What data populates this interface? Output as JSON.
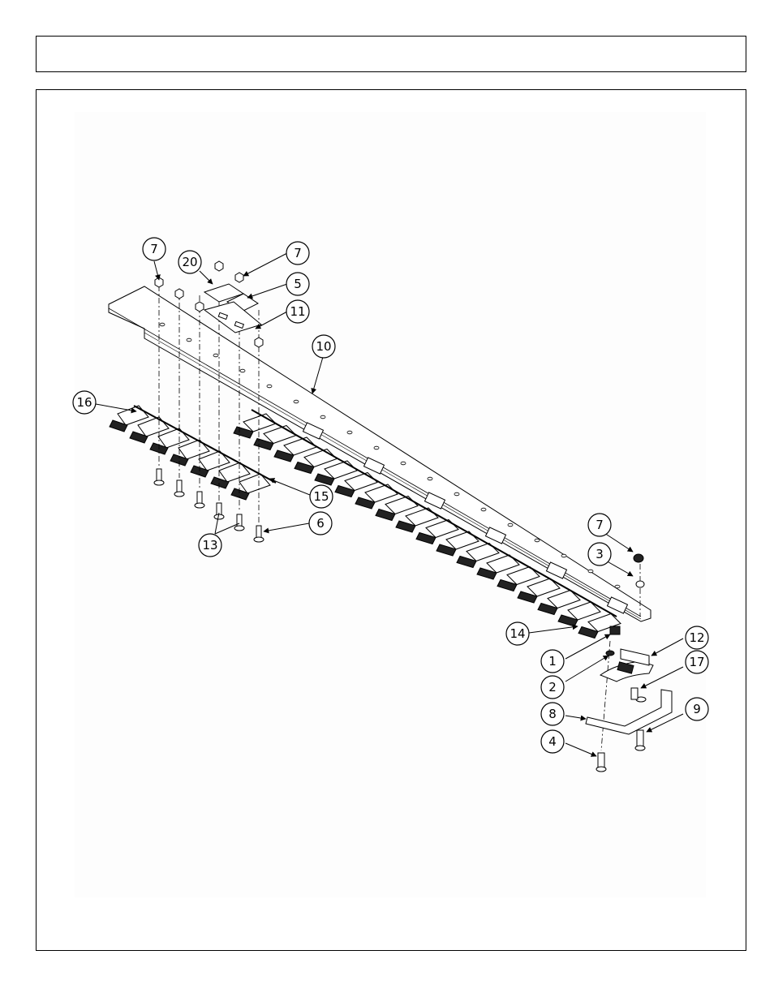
{
  "header": {
    "title": ""
  },
  "diagram": {
    "callouts": [
      "1",
      "2",
      "3",
      "4",
      "5",
      "6",
      "7",
      "7",
      "7",
      "8",
      "9",
      "10",
      "11",
      "12",
      "13",
      "14",
      "15",
      "16",
      "17",
      "20"
    ]
  }
}
